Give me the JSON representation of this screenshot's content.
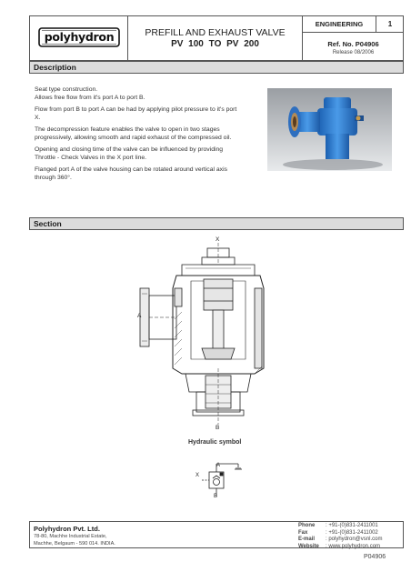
{
  "header": {
    "logo": "polyhydron",
    "title_line1": "PREFILL AND EXHAUST VALVE",
    "title_line2": "PV 100 TO PV 200",
    "category": "ENGINEERING",
    "page_number": "1",
    "ref_no": "Ref. No. P04906",
    "release": "Release 08/2006"
  },
  "description": {
    "heading": "Description",
    "paragraphs": [
      "Seat type construction.\nAllows free flow from it's port A to port B.",
      "Flow from port B to port A can be had by applying pilot pressure to it's port X.",
      "The decompression feature enables the valve to open in two stages progressively, allowing smooth and rapid exhaust of the compressed oil.",
      "Opening and closing time of the valve can be influenced by providing Throttle - Check Valves in the X port line.",
      "Flanged port A of the valve housing can be rotated around vertical axis through 360°."
    ]
  },
  "section": {
    "heading": "Section",
    "port_x": "X",
    "port_a": "A",
    "port_b": "B"
  },
  "hydraulic": {
    "label": "Hydraulic symbol",
    "port_x": "X",
    "port_a": "A",
    "port_b": "B"
  },
  "footer": {
    "company": "Polyhydron Pvt. Ltd.",
    "address1": "78-80, Machhe Industrial Estate,",
    "address2": "Machhe, Belgaum - 590 014. INDIA.",
    "phone_label": "Phone",
    "phone": ": +91-(0)831-2411001",
    "fax_label": "Fax",
    "fax": ": +91-(0)831-2411002",
    "email_label": "E-mail",
    "email": ": polyhydron@vsnl.com",
    "website_label": "Website",
    "website": ": www.polyhydron.com",
    "doc_code": "P04906"
  },
  "colors": {
    "accent_blue": "#2a7fd0",
    "bar_gray": "#dcdcdc"
  }
}
